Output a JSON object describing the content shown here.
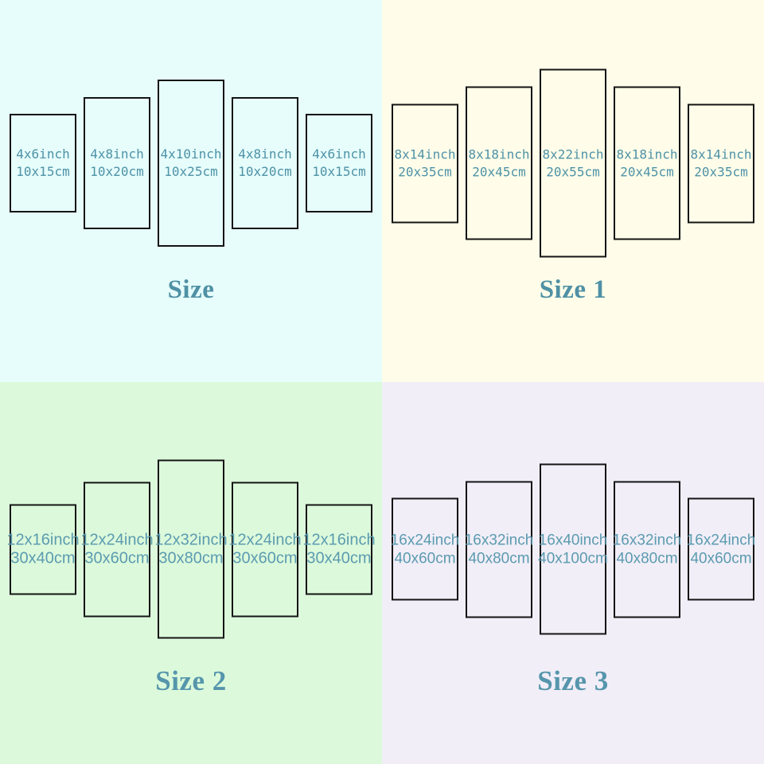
{
  "image_title": "5-panel canvas print size chart",
  "colors": {
    "quadrant_backgrounds": [
      "#e6fdfb",
      "#fffde9",
      "#dcfadb",
      "#f1eef7"
    ],
    "panel_border": "#141414",
    "panel_text_top_rows": "#4e92a7",
    "panel_text_bottom_rows": "#5c9bb0",
    "title_text_top_rows": "#4f90a5",
    "title_text_bottom_rows": "#5696ac"
  },
  "quadrants": [
    {
      "title": "Size",
      "background": "#e6fdfb",
      "panels": [
        {
          "inch": "4x6inch",
          "cm": "10x15cm"
        },
        {
          "inch": "4x8inch",
          "cm": "10x20cm"
        },
        {
          "inch": "4x10inch",
          "cm": "10x25cm"
        },
        {
          "inch": "4x8inch",
          "cm": "10x20cm"
        },
        {
          "inch": "4x6inch",
          "cm": "10x15cm"
        }
      ]
    },
    {
      "title": "Size 1",
      "background": "#fffde9",
      "panels": [
        {
          "inch": "8x14inch",
          "cm": "20x35cm"
        },
        {
          "inch": "8x18inch",
          "cm": "20x45cm"
        },
        {
          "inch": "8x22inch",
          "cm": "20x55cm"
        },
        {
          "inch": "8x18inch",
          "cm": "20x45cm"
        },
        {
          "inch": "8x14inch",
          "cm": "20x35cm"
        }
      ]
    },
    {
      "title": "Size 2",
      "background": "#dcfadb",
      "panels": [
        {
          "inch": "12x16inch",
          "cm": "30x40cm"
        },
        {
          "inch": "12x24inch",
          "cm": "30x60cm"
        },
        {
          "inch": "12x32inch",
          "cm": "30x80cm"
        },
        {
          "inch": "12x24inch",
          "cm": "30x60cm"
        },
        {
          "inch": "12x16inch",
          "cm": "30x40cm"
        }
      ]
    },
    {
      "title": "Size 3",
      "background": "#f1eef7",
      "panels": [
        {
          "inch": "16x24inch",
          "cm": "40x60cm"
        },
        {
          "inch": "16x32inch",
          "cm": "40x80cm"
        },
        {
          "inch": "16x40inch",
          "cm": "40x100cm"
        },
        {
          "inch": "16x32inch",
          "cm": "40x80cm"
        },
        {
          "inch": "16x24inch",
          "cm": "40x60cm"
        }
      ]
    }
  ]
}
